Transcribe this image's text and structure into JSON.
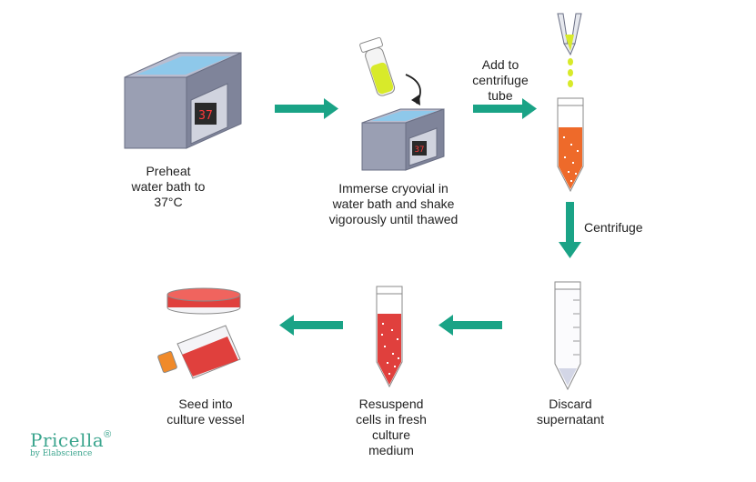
{
  "steps": {
    "preheat": {
      "lines": [
        "Preheat",
        "water bath to",
        "37°C"
      ]
    },
    "immerse": {
      "lines": [
        "Immerse cryovial in",
        "water bath and shake",
        "vigorously until thawed"
      ]
    },
    "add": {
      "lines": [
        "Add to",
        "centrifuge",
        "tube"
      ]
    },
    "centrifuge": {
      "lines": [
        "Centrifuge"
      ]
    },
    "discard": {
      "lines": [
        "Discard",
        "supernatant"
      ]
    },
    "resuspend": {
      "lines": [
        "Resuspend",
        "cells in fresh",
        "culture",
        "medium"
      ]
    },
    "seed": {
      "lines": [
        "Seed into",
        "culture vessel"
      ]
    }
  },
  "water_bath_display": "37",
  "small_bath_display": "37",
  "brand": {
    "name": "Pricella",
    "reg": "®",
    "sub": "by Elabscience"
  },
  "colors": {
    "arrow": "#1aa386",
    "bath_body": "#9a9fb3",
    "water": "#8ec8ea",
    "tube_liquid": "#ee6a2a",
    "medium_red": "#e0403d",
    "vial_liquid": "#d8ea2a"
  }
}
